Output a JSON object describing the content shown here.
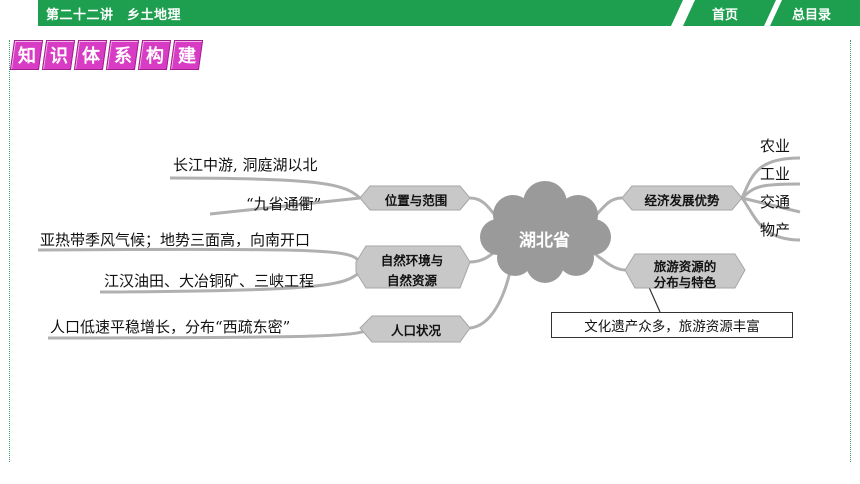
{
  "header": {
    "lecture_title": "第二十二讲　乡土地理",
    "home_label": "首页",
    "toc_label": "总目录"
  },
  "section_title_chars": [
    "知",
    "识",
    "体",
    "系",
    "构",
    "建"
  ],
  "colors": {
    "header_green": "#1e9e4f",
    "title_magenta": "#d93cc4",
    "node_gray": "#9a9a9a"
  },
  "mindmap": {
    "center": "湖北省",
    "left_branches": [
      {
        "label": "位置与范围",
        "leaves": [
          "长江中游, 洞庭湖以北",
          "“九省通衢”"
        ]
      },
      {
        "label_line1": "自然环境与",
        "label_line2": "自然资源",
        "leaves": [
          "亚热带季风气候；地势三面高，向南开口",
          "江汉油田、大冶铜矿、三峡工程"
        ]
      },
      {
        "label": "人口状况",
        "leaves": [
          "人口低速平稳增长，分布“西疏东密”"
        ]
      }
    ],
    "right_branches": [
      {
        "label": "经济发展优势",
        "leaves": [
          "农业",
          "工业",
          "交通",
          "物产"
        ]
      },
      {
        "label_line1": "旅游资源的",
        "label_line2": "分布与特色",
        "callout": "文化遗产众多，旅游资源丰富"
      }
    ]
  }
}
